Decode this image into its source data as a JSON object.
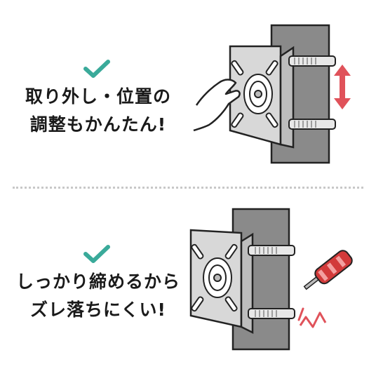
{
  "panels": [
    {
      "caption_lines": [
        "取り外し・位置の",
        "調整もかんたん!"
      ],
      "icon": "check-icon",
      "illustration_icons": [
        "pole-icon",
        "mount-bracket-icon",
        "hose-clamp-icon",
        "hand-icon",
        "up-down-arrow-icon"
      ]
    },
    {
      "caption_lines": [
        "しっかり締めるから",
        "ズレ落ちにくい!"
      ],
      "icon": "check-icon",
      "illustration_icons": [
        "pole-icon",
        "mount-bracket-icon",
        "hose-clamp-icon",
        "screwdriver-icon",
        "zigzag-impact-icon"
      ]
    }
  ],
  "colors": {
    "check": "#3aaa9a",
    "pole": "#8a8a8a",
    "arrow": "#e0525a",
    "impact": "#e0525a",
    "screwdriver_handle": "#d23a3a",
    "divider": "#c8c8c8"
  }
}
